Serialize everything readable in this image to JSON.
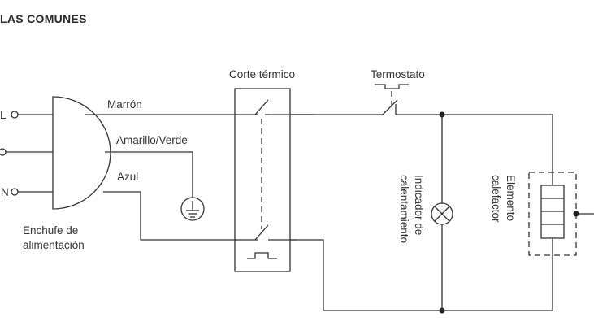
{
  "heading": "LAS COMUNES",
  "labels": {
    "L": "L",
    "N": "N",
    "marron": "Marrón",
    "amarillo_verde": "Amarillo/Verde",
    "azul": "Azul",
    "enchufe_line1": "Enchufe de",
    "enchufe_line2": "alimentación",
    "corte_termico": "Corte térmico",
    "termostato": "Termostato",
    "indicador_line1": "Indicador de",
    "indicador_line2": "calentamiento",
    "elemento_line1": "Elemento",
    "elemento_line2": "calefactor"
  }
}
